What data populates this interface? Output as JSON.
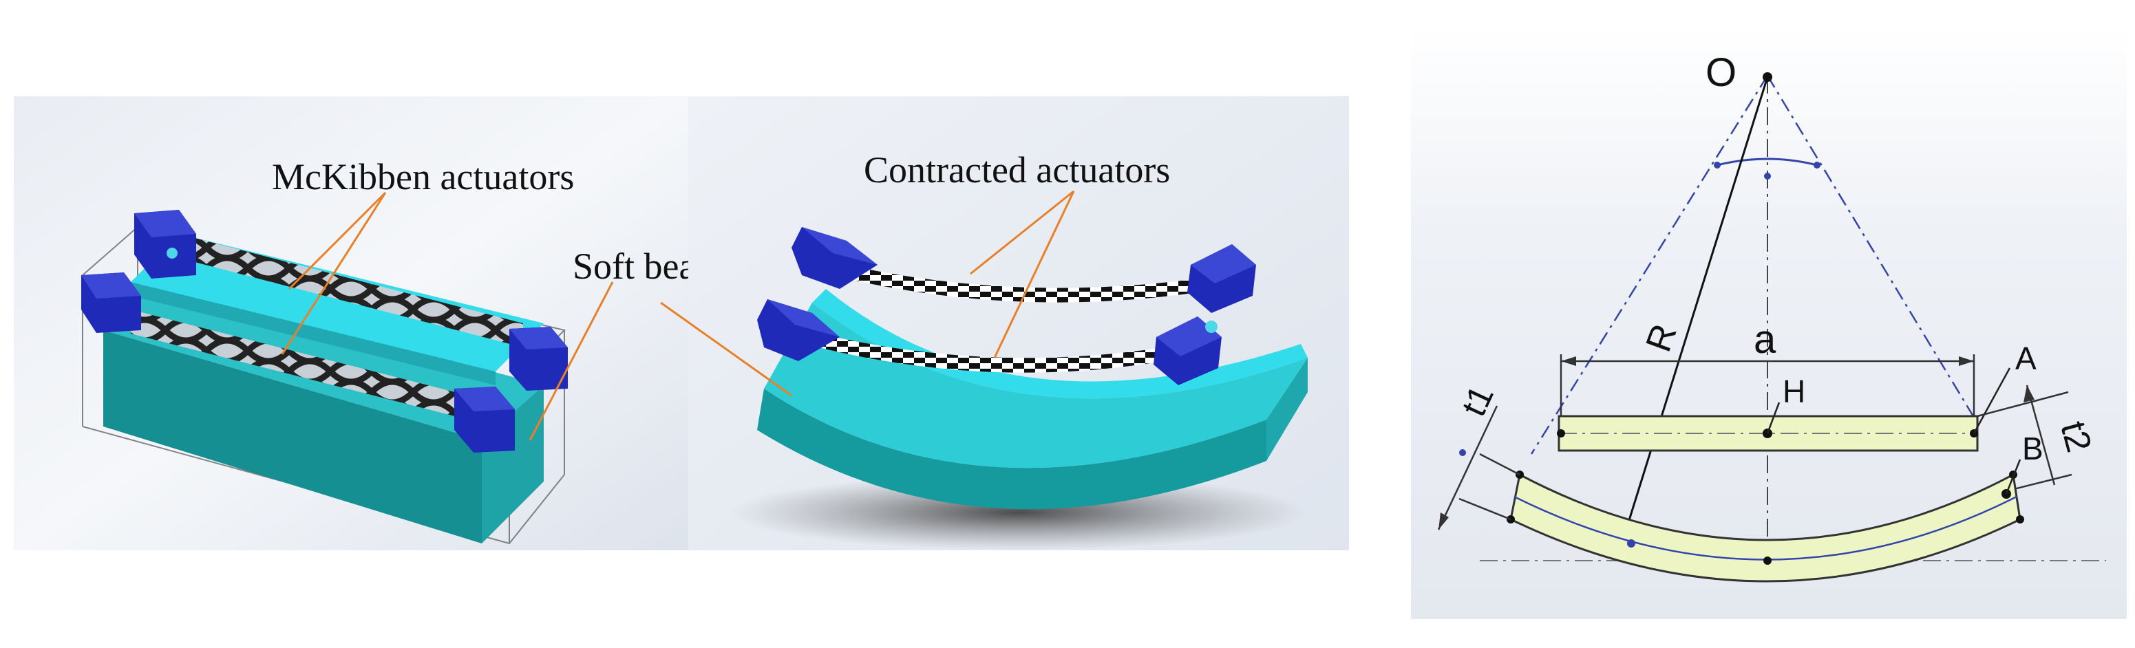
{
  "left_panel": {
    "label_actuators": "McKibben actuators",
    "label_soft_beam": "Soft beam"
  },
  "middle_panel": {
    "label_contracted": "Contracted actuators"
  },
  "right_panel": {
    "label_O": "O",
    "label_R": "R",
    "label_a": "a",
    "label_H": "H",
    "label_A": "A",
    "label_B": "B",
    "label_t1": "t1",
    "label_t2": "t2"
  },
  "colors": {
    "beam_top": "#33dcea",
    "beam_side": "#1fa3a7",
    "beam_front": "#158f92",
    "actuator_block": "#1f2bb8",
    "leader_line": "#e8802a",
    "section_fill": "#eef5c4",
    "construction_line": "#3344aa"
  }
}
